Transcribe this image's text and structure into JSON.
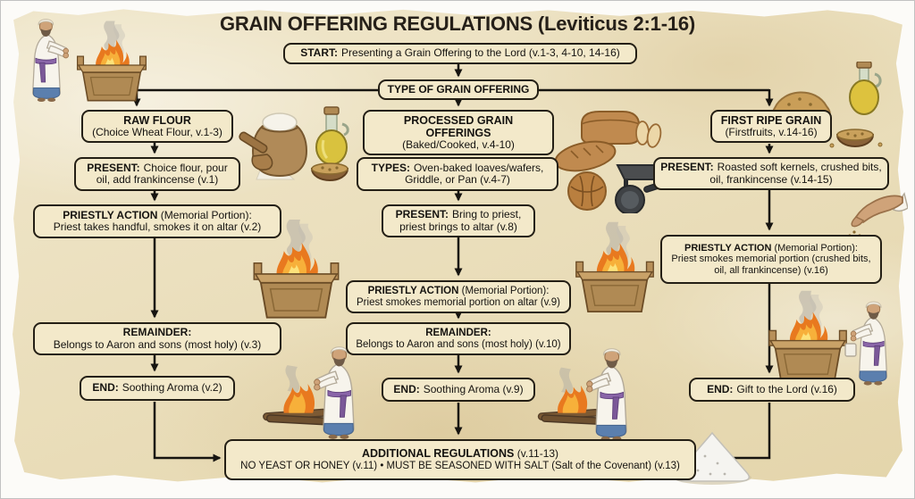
{
  "title": "GRAIN OFFERING REGULATIONS (Leviticus 2:1-16)",
  "start_box": {
    "label": "START:",
    "text": "Presenting a Grain Offering to the Lord (v.1-3, 4-10, 14-16)"
  },
  "type_box": {
    "text": "TYPE OF GRAIN OFFERING"
  },
  "columns": {
    "raw_flour": {
      "header": {
        "title": "RAW FLOUR",
        "sub": "(Choice Wheat Flour, v.1-3)"
      },
      "present": {
        "label": "PRESENT:",
        "text": "Choice flour, pour oil, add frankincense (v.1)"
      },
      "priestly_action": {
        "label": "PRIESTLY ACTION",
        "label_rest": "(Memorial Portion):",
        "text": "Priest takes handful, smokes it on altar (v.2)"
      },
      "remainder": {
        "label": "REMAINDER:",
        "text": "Belongs to Aaron and sons (most holy) (v.3)"
      },
      "end": {
        "label": "END:",
        "text": "Soothing Aroma (v.2)"
      }
    },
    "processed": {
      "header": {
        "title": "PROCESSED GRAIN OFFERINGS",
        "sub": "(Baked/Cooked, v.4-10)"
      },
      "types": {
        "label": "TYPES:",
        "text": "Oven-baked loaves/wafers, Griddle, or Pan (v.4-7)"
      },
      "present": {
        "label": "PRESENT:",
        "text": "Bring to priest, priest brings to altar (v.8)"
      },
      "priestly_action": {
        "label": "PRIESTLY ACTION",
        "label_rest": "(Memorial Portion):",
        "text": "Priest smokes memorial portion on altar (v.9)"
      },
      "remainder": {
        "label": "REMAINDER:",
        "text": "Belongs to Aaron and sons (most holy) (v.10)"
      },
      "end": {
        "label": "END:",
        "text": "Soothing Aroma (v.9)"
      }
    },
    "first_ripe_grain": {
      "header": {
        "title": "FIRST RIPE GRAIN",
        "sub": "(Firstfruits, v.14-16)"
      },
      "present": {
        "label": "PRESENT:",
        "text": "Roasted soft kernels, crushed bits, oil, frankincense (v.14-15)"
      },
      "priestly_action": {
        "label": "PRIESTLY ACTION",
        "label_rest": "(Memorial Portion):",
        "text": "Priest smokes memorial portion (crushed bits, oil, all frankincense) (v.16)"
      },
      "end": {
        "label": "END:",
        "text": "Gift to the Lord (v.16)"
      }
    }
  },
  "additional": {
    "label": "ADDITIONAL REGULATIONS",
    "label_rest": "(v.11-13)",
    "text": "NO YEAST OR HONEY (v.11) • MUST BE SEASONED WITH SALT (Salt of the Covenant) (v.13)"
  },
  "colors": {
    "parchment": "#ebdfc0",
    "box_fill": "#f3e9ca",
    "box_border": "#241f15",
    "arrow": "#161410",
    "flame": "#e8791f",
    "smoke": "#b2ada4",
    "wood": "#b08a54"
  },
  "illustrations": [
    "priest-offering-at-altar",
    "flour-sack-oil-and-incense-bowl",
    "breads-griddle-and-pan",
    "grain-heap-oil-and-kernel-bowl",
    "hand-sprinkling-incense",
    "altar-with-fire-left",
    "altar-with-fire-right",
    "priest-tending-fire-left",
    "priest-tending-fire-middle",
    "priest-pouring-at-altar",
    "salt-pile"
  ]
}
